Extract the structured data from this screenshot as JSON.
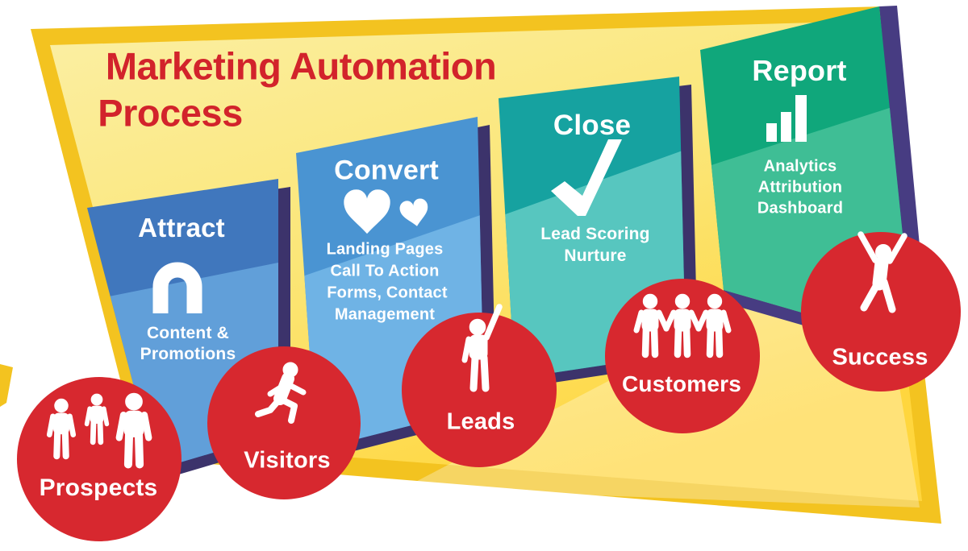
{
  "title": {
    "line1": "Marketing Automation",
    "line2": "Process"
  },
  "stages": [
    {
      "label": "Attract",
      "icon": "magnet-icon",
      "details": [
        "Content &",
        "Promotions"
      ]
    },
    {
      "label": "Convert",
      "icon": "hearts-icon",
      "details": [
        "Landing Pages",
        "Call To Action",
        "Forms, Contact",
        "Management"
      ]
    },
    {
      "label": "Close",
      "icon": "checkmark-icon",
      "details": [
        "Lead Scoring",
        "Nurture"
      ]
    },
    {
      "label": "Report",
      "icon": "bar-chart-icon",
      "details": [
        "Analytics",
        "Attribution",
        "Dashboard"
      ]
    }
  ],
  "audience": [
    {
      "label": "Prospects",
      "icon": "people-group-icon"
    },
    {
      "label": "Visitors",
      "icon": "running-person-icon"
    },
    {
      "label": "Leads",
      "icon": "raised-hand-person-icon"
    },
    {
      "label": "Customers",
      "icon": "holding-hands-group-icon"
    },
    {
      "label": "Success",
      "icon": "celebrating-person-icon"
    }
  ],
  "colors": {
    "title_red": "#D2232B",
    "circle_red": "#D7282F",
    "canvas_gold": "#F3C320",
    "canvas_pale": "#FBEFA4",
    "attract_blue": "#4077BD",
    "convert_blue": "#4A94D2",
    "close_teal": "#16A2A0",
    "report_green": "#10A77B",
    "shadow_indigo": "#3C336B",
    "strip_purple": "#473C82"
  }
}
